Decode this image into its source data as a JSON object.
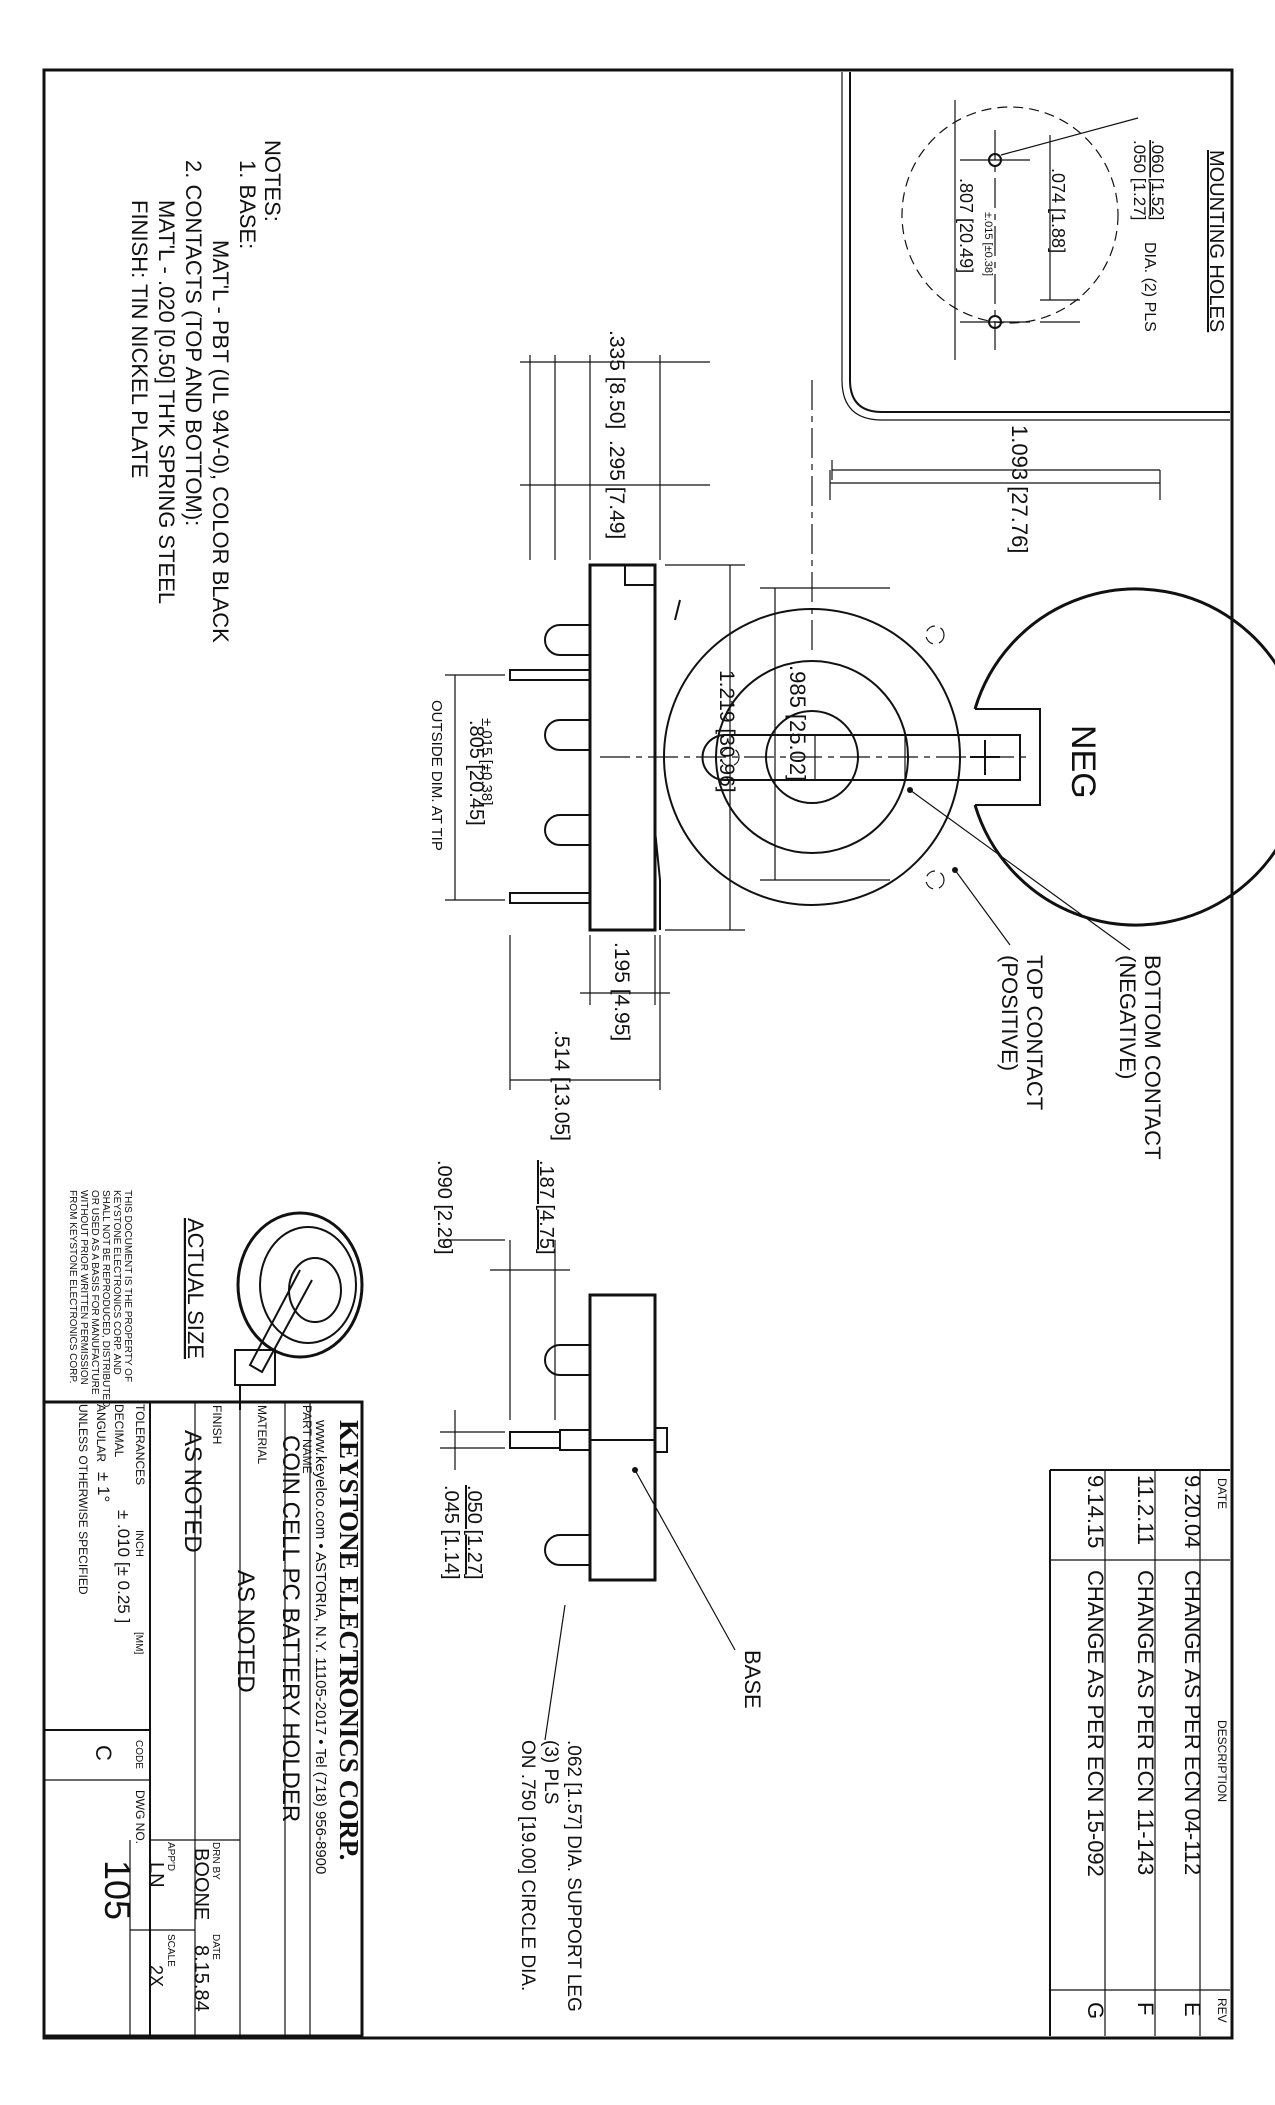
{
  "notes": {
    "heading": "NOTES:",
    "line1": "1. BASE:",
    "line2": "MAT'L - PBT (UL 94V-0), COLOR BLACK",
    "line3": "2. CONTACTS (TOP AND BOTTOM):",
    "line4": "MAT'L - .020 [0.50] TH'K SPRING STEEL",
    "line5": "FINISH: TIN NICKEL PLATE"
  },
  "mounting": {
    "title": "MOUNTING HOLES",
    "hole_a": ".060 [1.52]",
    "hole_b": ".050 [1.27]",
    "hole_suffix": "DIA. (2) PLS",
    "spacing": ".074 [1.88]",
    "span": ".807 [20.49]",
    "tol": "±.015 [±0.38]"
  },
  "top_view": {
    "dim_width": "1.093 [27.76]",
    "dim_inner": ".985 [25.02]",
    "neg": "NEG",
    "bottom_contact_1": "BOTTOM CONTACT",
    "bottom_contact_2": "(NEGATIVE)",
    "top_contact_1": "TOP CONTACT",
    "top_contact_2": "(POSITIVE)"
  },
  "side_view": {
    "dim_a": ".335 [8.50]",
    "dim_b": ".295 [7.49]",
    "dim_len": "1.219 [30.96]",
    "dim_tip": ".805 [20.45]",
    "dim_tip_tol": "±.015 [±0.38]",
    "dim_tip_note": "OUTSIDE DIM. AT TIP",
    "dim_c": ".195 [4.95]",
    "dim_d": ".514 [13.05]"
  },
  "end_view": {
    "dim_e": ".187 [4.75]",
    "dim_f": ".090 [2.29]",
    "dim_g": ".050 [1.27]",
    "dim_h": ".045 [1.14]",
    "base": "BASE",
    "leg_1": ".062 [1.57] DIA. SUPPORT LEG",
    "leg_2": "(3) PLS",
    "leg_3": "ON .750 [19.00] CIRCLE DIA."
  },
  "actual_size": "ACTUAL SIZE",
  "property_note": [
    "THIS DOCUMENT IS THE PROPERTY OF",
    "KEYSTONE ELECTRONICS CORP. AND",
    "SHALL NOT BE REPRODUCED, DISTRIBUTED",
    "OR USED AS A BASIS FOR MANUFACTURE",
    "WITHOUT PRIOR WRITTEN PERMISSION",
    "FROM KEYSTONE ELECTRONICS CORP."
  ],
  "revisions": {
    "headers": {
      "date": "DATE",
      "description": "DESCRIPTION",
      "rev": "REV"
    },
    "rows": [
      {
        "date": "9.20.04",
        "description": "CHANGE  AS  PER  ECN  04-112",
        "rev": "E"
      },
      {
        "date": "11.2.11",
        "description": "CHANGE  AS  PER  ECN  11-143",
        "rev": "F"
      },
      {
        "date": "9.14.15",
        "description": "CHANGE  AS  PER  ECN  15-092",
        "rev": "G"
      }
    ]
  },
  "title_block": {
    "company": "KEYSTONE ELECTRONICS CORP.",
    "address": "www.keyelco.com • ASTORIA, N.Y. 11105-2017 • Tel (718) 956-8900",
    "part_name_label": "PART NAME",
    "part_name": "COIN CELL PC BATTERY HOLDER",
    "material_label": "MATERIAL",
    "material": "AS NOTED",
    "finish_label": "FINISH",
    "finish": "AS NOTED",
    "drn_by_label": "DRN BY",
    "drn_by": "BOONE",
    "date_label": "DATE",
    "date": "8.15.84",
    "appd_label": "APP'D",
    "appd": "LN",
    "scale_label": "SCALE",
    "scale": "2X",
    "tol_label": "TOLERANCES",
    "tol_inch": "INCH",
    "tol_mm": "[MM]",
    "tol_decimal_label": "DECIMAL",
    "tol_decimal": "± .010  [± 0.25 ]",
    "tol_angular_label": "ANGULAR",
    "tol_angular": "± 1°",
    "tol_footer": "UNLESS OTHERWISE SPECIFIED",
    "code_label": "CODE",
    "code": "C",
    "dwg_label": "DWG NO.",
    "dwg_no": "105"
  }
}
